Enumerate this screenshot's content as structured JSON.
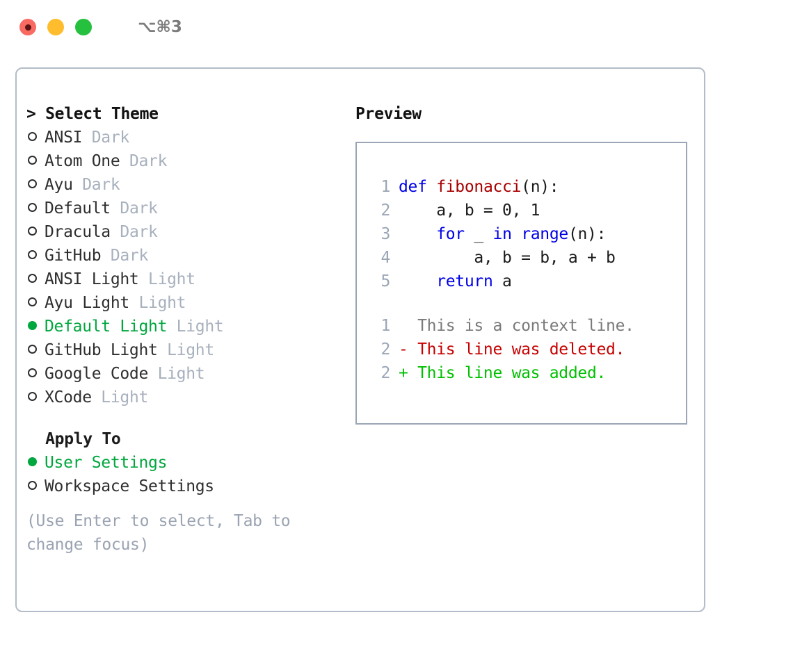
{
  "titlebar": {
    "dots": [
      "close-red",
      "minimize-yellow",
      "maximize-green"
    ],
    "shortcut": "⌥⌘3"
  },
  "theme_section": {
    "header": "> Select Theme",
    "items": [
      {
        "marker": "o",
        "name": "ANSI",
        "tag": "Dark",
        "selected": false
      },
      {
        "marker": "o",
        "name": "Atom One",
        "tag": "Dark",
        "selected": false
      },
      {
        "marker": "o",
        "name": "Ayu",
        "tag": "Dark",
        "selected": false
      },
      {
        "marker": "o",
        "name": "Default",
        "tag": "Dark",
        "selected": false
      },
      {
        "marker": "o",
        "name": "Dracula",
        "tag": "Dark",
        "selected": false
      },
      {
        "marker": "o",
        "name": "GitHub",
        "tag": "Dark",
        "selected": false
      },
      {
        "marker": "o",
        "name": "ANSI Light",
        "tag": "Light",
        "selected": false
      },
      {
        "marker": "o",
        "name": "Ayu Light",
        "tag": "Light",
        "selected": false
      },
      {
        "marker": "●",
        "name": "Default Light",
        "tag": "Light",
        "selected": true
      },
      {
        "marker": "o",
        "name": "GitHub Light",
        "tag": "Light",
        "selected": false
      },
      {
        "marker": "o",
        "name": "Google Code",
        "tag": "Light",
        "selected": false
      },
      {
        "marker": "o",
        "name": "XCode",
        "tag": "Light",
        "selected": false
      }
    ]
  },
  "apply_section": {
    "header": "  Apply To",
    "items": [
      {
        "marker": "●",
        "name": "User Settings",
        "selected": true
      },
      {
        "marker": "o",
        "name": "Workspace Settings",
        "selected": false
      }
    ]
  },
  "hint": "(Use Enter to select, Tab to change focus)",
  "preview": {
    "title": "Preview",
    "code_lines": [
      {
        "no": "1",
        "tokens": [
          {
            "t": "def ",
            "c": "kw"
          },
          {
            "t": "fibonacci",
            "c": "fn"
          },
          {
            "t": "(n):",
            "c": "plain"
          }
        ]
      },
      {
        "no": "2",
        "tokens": [
          {
            "t": "    a, b = 0, 1",
            "c": "plain"
          }
        ]
      },
      {
        "no": "3",
        "tokens": [
          {
            "t": "    ",
            "c": "plain"
          },
          {
            "t": "for",
            "c": "kw"
          },
          {
            "t": " _ ",
            "c": "plain"
          },
          {
            "t": "in",
            "c": "kw"
          },
          {
            "t": " ",
            "c": "plain"
          },
          {
            "t": "range",
            "c": "kw"
          },
          {
            "t": "(n):",
            "c": "plain"
          }
        ]
      },
      {
        "no": "4",
        "tokens": [
          {
            "t": "        a, b = b, a + b",
            "c": "plain"
          }
        ]
      },
      {
        "no": "5",
        "tokens": [
          {
            "t": "    ",
            "c": "plain"
          },
          {
            "t": "return",
            "c": "kw"
          },
          {
            "t": " a",
            "c": "plain"
          }
        ]
      }
    ],
    "diff_lines": [
      {
        "no": "1",
        "text": "  This is a context line.",
        "kind": "context"
      },
      {
        "no": "2",
        "text": "- This line was deleted.",
        "kind": "deleted"
      },
      {
        "no": "2",
        "text": "+ This line was added.",
        "kind": "added"
      }
    ]
  },
  "colors": {
    "accent_green": "#00a63e",
    "tag_gray": "#a7b0bd",
    "hint_gray": "#9aa3b2",
    "border_gray": "#b3bcc8",
    "preview_border": "#9aa6b6",
    "keyword_blue": "#0000e6",
    "function_red": "#a80000",
    "diff_add_green": "#00c000",
    "diff_del_red": "#c70000",
    "lineno_gray": "#9aa6b6"
  }
}
